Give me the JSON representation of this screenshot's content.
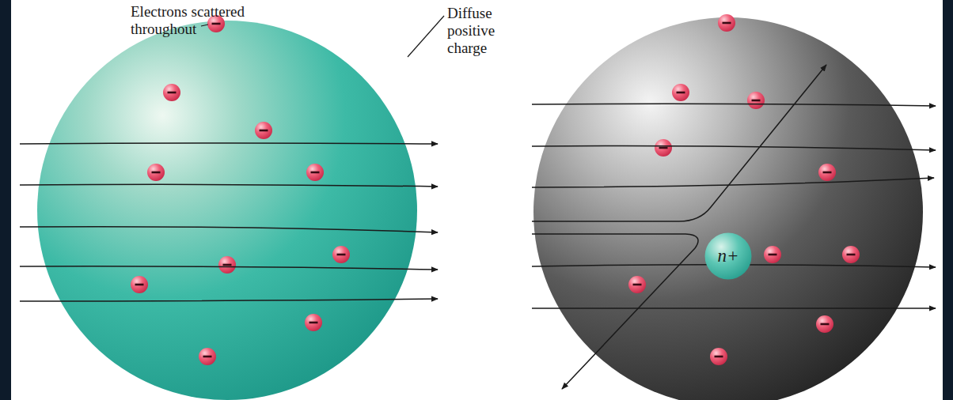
{
  "diagram": {
    "nodes": [
      {
        "text": [
          "n+"
        ]
      }
    ],
    "labels": [
      "Electrons scattered throughout",
      "Diffuse positive charge"
    ]
  }
}
